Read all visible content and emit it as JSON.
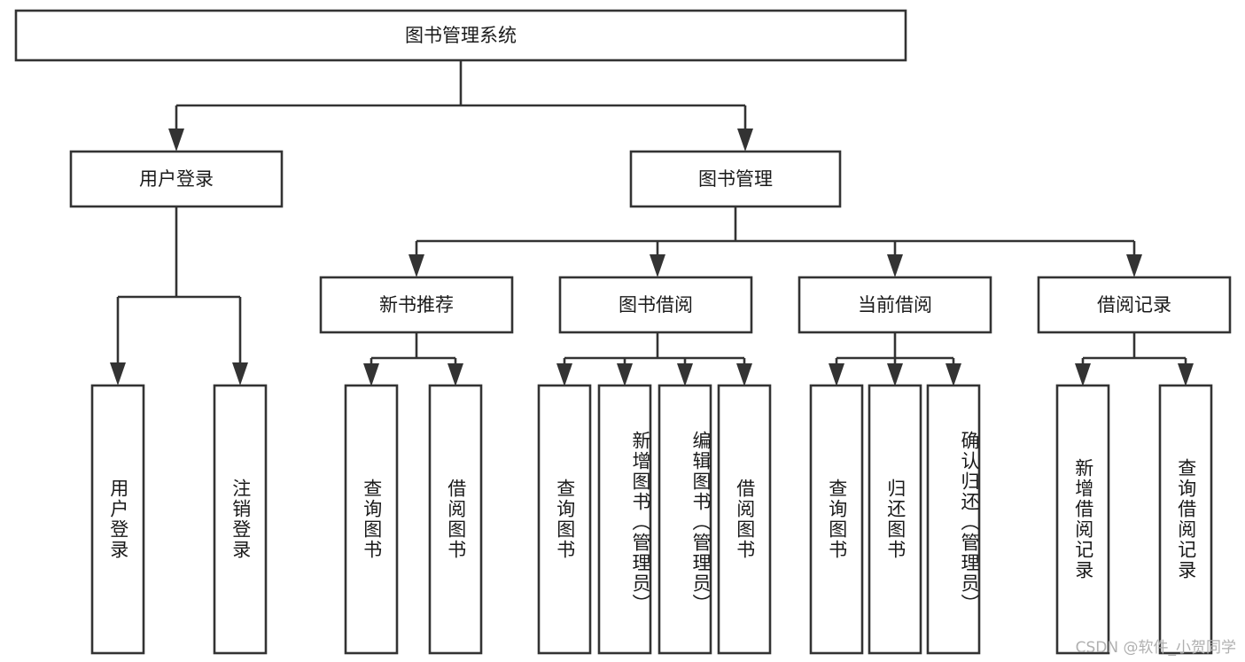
{
  "diagram": {
    "type": "tree",
    "title": "图书管理系统",
    "root": {
      "id": "root",
      "label": "图书管理系统"
    },
    "level2": [
      {
        "id": "user-login",
        "label": "用户登录"
      },
      {
        "id": "book-manage",
        "label": "图书管理"
      }
    ],
    "level3": [
      {
        "id": "new-book-rec",
        "label": "新书推荐",
        "parent": "book-manage"
      },
      {
        "id": "book-borrow",
        "label": "图书借阅",
        "parent": "book-manage"
      },
      {
        "id": "current-borrow",
        "label": "当前借阅",
        "parent": "book-manage"
      },
      {
        "id": "borrow-record",
        "label": "借阅记录",
        "parent": "book-manage"
      }
    ],
    "leaves": [
      {
        "id": "leaf-user-login",
        "label": "用户登录",
        "parent": "user-login"
      },
      {
        "id": "leaf-user-logout",
        "label": "注销登录",
        "parent": "user-login"
      },
      {
        "id": "leaf-query-book-1",
        "label": "查询图书",
        "parent": "new-book-rec"
      },
      {
        "id": "leaf-borrow-book-1",
        "label": "借阅图书",
        "parent": "new-book-rec"
      },
      {
        "id": "leaf-query-book-2",
        "label": "查询图书",
        "parent": "book-borrow"
      },
      {
        "id": "leaf-add-book",
        "label": "新增图书（管理员）",
        "parent": "book-borrow"
      },
      {
        "id": "leaf-edit-book",
        "label": "编辑图书（管理员）",
        "parent": "book-borrow"
      },
      {
        "id": "leaf-borrow-book-2",
        "label": "借阅图书",
        "parent": "book-borrow"
      },
      {
        "id": "leaf-query-book-3",
        "label": "查询图书",
        "parent": "current-borrow"
      },
      {
        "id": "leaf-return-book",
        "label": "归还图书",
        "parent": "current-borrow"
      },
      {
        "id": "leaf-confirm-return",
        "label": "确认归还（管理员）",
        "parent": "current-borrow"
      },
      {
        "id": "leaf-add-record",
        "label": "新增借阅记录",
        "parent": "borrow-record"
      },
      {
        "id": "leaf-query-record",
        "label": "查询借阅记录",
        "parent": "borrow-record"
      }
    ],
    "colors": {
      "box_stroke": "#333333",
      "box_fill": "#ffffff",
      "text": "#1a1a1a",
      "background": "#ffffff",
      "watermark": "#b0b0b0"
    }
  },
  "watermark": {
    "text": "CSDN @软件_小贺同学"
  }
}
